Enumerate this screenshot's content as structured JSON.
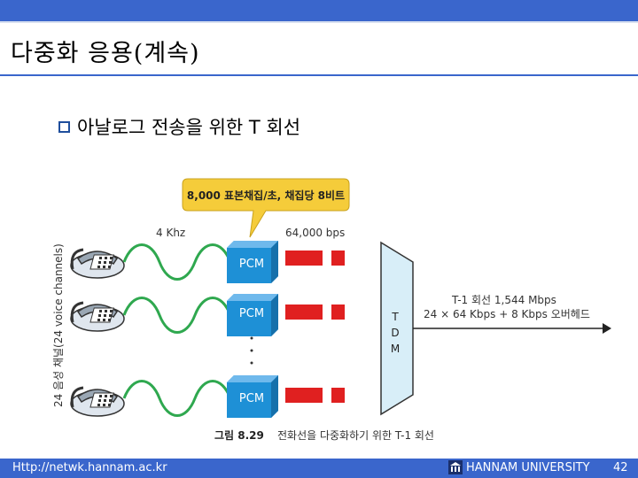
{
  "slide": {
    "title": "다중화 응용(계속)",
    "bullet": "아날로그 전송을 위한 T 회선"
  },
  "diagram": {
    "callout": "8,000 표본채집/초, 채집당 8비트",
    "label_4khz": "4 Khz",
    "label_bps": "64,000 bps",
    "pcm_labels": [
      "PCM",
      "PCM",
      "PCM"
    ],
    "side_label": "24 음성 채널(24 voice channels)",
    "tdm_letters": [
      "T",
      "D",
      "M"
    ],
    "t1_line1": "T-1 회선 1,544 Mbps",
    "t1_line2": "24 × 64 Kbps + 8 Kbps 오버헤드",
    "caption_num": "그림 8.29",
    "caption_text": "전화선을 다중화하기 위한 T-1 회선"
  },
  "footer": {
    "url": "Http://netwk.hannam.ac.kr",
    "university": "HANNAM UNIVERSITY",
    "page": "42"
  },
  "colors": {
    "accent": "#3a66cc",
    "wave": "#2fa84f",
    "pcm": "#1e90d6",
    "bar": "#e02020",
    "callout": "#f5cc3a"
  },
  "icons": [
    "checkbox-bullet-icon",
    "telephone-icon",
    "university-logo-icon"
  ]
}
